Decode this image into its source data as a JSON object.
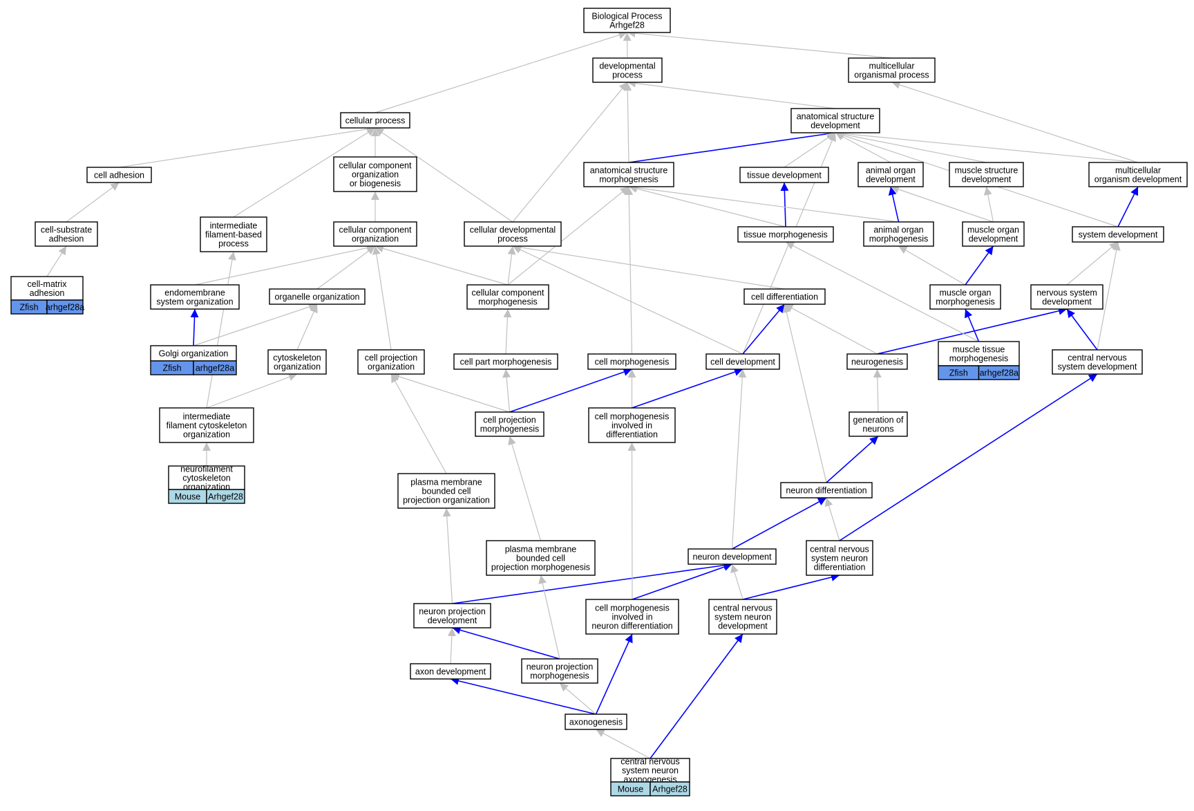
{
  "colors": {
    "edge_gray": "#c0c0c0",
    "edge_blue": "#0000ff",
    "zfish": "#6495ed",
    "mouse": "#add8e6",
    "node_border": "#000000"
  },
  "nodes": [
    {
      "id": "bp",
      "lines": [
        "Biological Process",
        "Arhgef28"
      ]
    },
    {
      "id": "dev",
      "lines": [
        "developmental",
        "process"
      ]
    },
    {
      "id": "mop",
      "lines": [
        "multicellular",
        "organismal process"
      ]
    },
    {
      "id": "cp",
      "lines": [
        "cellular process"
      ]
    },
    {
      "id": "asd",
      "lines": [
        "anatomical structure",
        "development"
      ]
    },
    {
      "id": "ca",
      "lines": [
        "cell adhesion"
      ]
    },
    {
      "id": "ccob",
      "lines": [
        "cellular component",
        "organization",
        "or biogenesis"
      ]
    },
    {
      "id": "asm",
      "lines": [
        "anatomical structure",
        "morphogenesis"
      ]
    },
    {
      "id": "td",
      "lines": [
        "tissue development"
      ]
    },
    {
      "id": "aod",
      "lines": [
        "animal organ",
        "development"
      ]
    },
    {
      "id": "msd",
      "lines": [
        "muscle structure",
        "development"
      ]
    },
    {
      "id": "mod",
      "lines": [
        "multicellular",
        "organism development"
      ]
    },
    {
      "id": "csa",
      "lines": [
        "cell-substrate",
        "adhesion"
      ]
    },
    {
      "id": "ifp",
      "lines": [
        "intermediate",
        "filament-based",
        "process"
      ]
    },
    {
      "id": "cco",
      "lines": [
        "cellular component",
        "organization"
      ]
    },
    {
      "id": "cdp",
      "lines": [
        "cellular developmental",
        "process"
      ]
    },
    {
      "id": "tm",
      "lines": [
        "tissue morphogenesis"
      ]
    },
    {
      "id": "aom",
      "lines": [
        "animal organ",
        "morphogenesis"
      ]
    },
    {
      "id": "muod",
      "lines": [
        "muscle organ",
        "development"
      ]
    },
    {
      "id": "sd",
      "lines": [
        "system development"
      ]
    },
    {
      "id": "cma",
      "lines": [
        "cell-matrix",
        "adhesion"
      ],
      "species": "Zfish",
      "gene": "arhgef28a"
    },
    {
      "id": "eso",
      "lines": [
        "endomembrane",
        "system organization"
      ]
    },
    {
      "id": "oo",
      "lines": [
        "organelle organization"
      ]
    },
    {
      "id": "ccm",
      "lines": [
        "cellular component",
        "morphogenesis"
      ]
    },
    {
      "id": "cdiff",
      "lines": [
        "cell differentiation"
      ]
    },
    {
      "id": "muom",
      "lines": [
        "muscle organ",
        "morphogenesis"
      ]
    },
    {
      "id": "nsd",
      "lines": [
        "nervous system",
        "development"
      ]
    },
    {
      "id": "go",
      "lines": [
        "Golgi organization"
      ],
      "species": "Zfish",
      "gene": "arhgef28a"
    },
    {
      "id": "co",
      "lines": [
        "cytoskeleton",
        "organization"
      ]
    },
    {
      "id": "cpo",
      "lines": [
        "cell projection",
        "organization"
      ]
    },
    {
      "id": "cpm",
      "lines": [
        "cell part morphogenesis"
      ]
    },
    {
      "id": "cm",
      "lines": [
        "cell morphogenesis"
      ]
    },
    {
      "id": "cd",
      "lines": [
        "cell development"
      ]
    },
    {
      "id": "ng",
      "lines": [
        "neurogenesis"
      ]
    },
    {
      "id": "mtm",
      "lines": [
        "muscle tissue",
        "morphogenesis"
      ],
      "species": "Zfish",
      "gene": "arhgef28a"
    },
    {
      "id": "cnsd",
      "lines": [
        "central nervous",
        "system development"
      ]
    },
    {
      "id": "ifco",
      "lines": [
        "intermediate",
        "filament cytoskeleton",
        "organization"
      ]
    },
    {
      "id": "cprm",
      "lines": [
        "cell projection",
        "morphogenesis"
      ]
    },
    {
      "id": "cmid",
      "lines": [
        "cell morphogenesis",
        "involved in",
        "differentiation"
      ]
    },
    {
      "id": "gon",
      "lines": [
        "generation of",
        "neurons"
      ]
    },
    {
      "id": "nco",
      "lines": [
        "neurofilament",
        "cytoskeleton",
        "organization"
      ],
      "species": "Mouse",
      "gene": "Arhgef28"
    },
    {
      "id": "pmbcpo",
      "lines": [
        "plasma membrane",
        "bounded cell",
        "projection organization"
      ]
    },
    {
      "id": "nd",
      "lines": [
        "neuron differentiation"
      ]
    },
    {
      "id": "pmbcpm",
      "lines": [
        "plasma membrane",
        "bounded cell",
        "projection morphogenesis"
      ]
    },
    {
      "id": "ndev",
      "lines": [
        "neuron development"
      ]
    },
    {
      "id": "cnsnd",
      "lines": [
        "central nervous",
        "system neuron",
        "differentiation"
      ]
    },
    {
      "id": "npd",
      "lines": [
        "neuron projection",
        "development"
      ]
    },
    {
      "id": "cmind",
      "lines": [
        "cell morphogenesis",
        "involved in",
        "neuron differentiation"
      ]
    },
    {
      "id": "cnsndev",
      "lines": [
        "central nervous",
        "system neuron",
        "development"
      ]
    },
    {
      "id": "ad",
      "lines": [
        "axon development"
      ]
    },
    {
      "id": "npm",
      "lines": [
        "neuron projection",
        "morphogenesis"
      ]
    },
    {
      "id": "ax",
      "lines": [
        "axonogenesis"
      ]
    },
    {
      "id": "cnsna",
      "lines": [
        "central nervous",
        "system neuron",
        "axonogenesis"
      ],
      "species": "Mouse",
      "gene": "Arhgef28"
    }
  ],
  "edges": [
    {
      "from": "dev",
      "to": "bp",
      "color": "gray"
    },
    {
      "from": "mop",
      "to": "bp",
      "color": "gray"
    },
    {
      "from": "cp",
      "to": "bp",
      "color": "gray"
    },
    {
      "from": "asd",
      "to": "dev",
      "color": "gray"
    },
    {
      "from": "ca",
      "to": "cp",
      "color": "gray"
    },
    {
      "from": "ccob",
      "to": "cp",
      "color": "gray"
    },
    {
      "from": "ifp",
      "to": "cp",
      "color": "gray"
    },
    {
      "from": "cdp",
      "to": "cp",
      "color": "gray"
    },
    {
      "from": "asm",
      "to": "dev",
      "color": "gray"
    },
    {
      "from": "cdp",
      "to": "dev",
      "color": "gray"
    },
    {
      "from": "asm",
      "to": "asd",
      "color": "blue"
    },
    {
      "from": "td",
      "to": "asd",
      "color": "gray"
    },
    {
      "from": "aod",
      "to": "asd",
      "color": "gray"
    },
    {
      "from": "msd",
      "to": "asd",
      "color": "gray"
    },
    {
      "from": "mod",
      "to": "asd",
      "color": "gray"
    },
    {
      "from": "sd",
      "to": "asd",
      "color": "gray"
    },
    {
      "from": "cd",
      "to": "asd",
      "color": "gray"
    },
    {
      "from": "mod",
      "to": "mop",
      "color": "gray"
    },
    {
      "from": "csa",
      "to": "ca",
      "color": "gray"
    },
    {
      "from": "cma",
      "to": "csa",
      "color": "gray"
    },
    {
      "from": "cco",
      "to": "ccob",
      "color": "gray"
    },
    {
      "from": "tm",
      "to": "td",
      "color": "blue"
    },
    {
      "from": "tm",
      "to": "asm",
      "color": "gray"
    },
    {
      "from": "aom",
      "to": "asm",
      "color": "gray"
    },
    {
      "from": "aom",
      "to": "aod",
      "color": "blue"
    },
    {
      "from": "muod",
      "to": "aod",
      "color": "gray"
    },
    {
      "from": "muod",
      "to": "msd",
      "color": "gray"
    },
    {
      "from": "sd",
      "to": "mod",
      "color": "blue"
    },
    {
      "from": "eso",
      "to": "cco",
      "color": "gray"
    },
    {
      "from": "oo",
      "to": "cco",
      "color": "gray"
    },
    {
      "from": "ccm",
      "to": "cco",
      "color": "gray"
    },
    {
      "from": "cpo",
      "to": "cco",
      "color": "gray"
    },
    {
      "from": "ccm",
      "to": "cdp",
      "color": "gray"
    },
    {
      "from": "ccm",
      "to": "asm",
      "color": "gray"
    },
    {
      "from": "cdiff",
      "to": "cdp",
      "color": "gray"
    },
    {
      "from": "cd",
      "to": "cdp",
      "color": "gray"
    },
    {
      "from": "muom",
      "to": "aom",
      "color": "gray"
    },
    {
      "from": "muom",
      "to": "muod",
      "color": "blue"
    },
    {
      "from": "nsd",
      "to": "sd",
      "color": "gray"
    },
    {
      "from": "cnsd",
      "to": "sd",
      "color": "gray"
    },
    {
      "from": "go",
      "to": "eso",
      "color": "blue"
    },
    {
      "from": "go",
      "to": "oo",
      "color": "gray"
    },
    {
      "from": "co",
      "to": "oo",
      "color": "gray"
    },
    {
      "from": "cpm",
      "to": "ccm",
      "color": "gray"
    },
    {
      "from": "cm",
      "to": "asm",
      "color": "gray"
    },
    {
      "from": "cd",
      "to": "cdiff",
      "color": "blue"
    },
    {
      "from": "ng",
      "to": "cdiff",
      "color": "gray"
    },
    {
      "from": "nd",
      "to": "cdiff",
      "color": "gray"
    },
    {
      "from": "ng",
      "to": "nsd",
      "color": "blue"
    },
    {
      "from": "mtm",
      "to": "muom",
      "color": "blue"
    },
    {
      "from": "mtm",
      "to": "tm",
      "color": "gray"
    },
    {
      "from": "cnsd",
      "to": "nsd",
      "color": "blue"
    },
    {
      "from": "ifco",
      "to": "co",
      "color": "gray"
    },
    {
      "from": "ifco",
      "to": "ifp",
      "color": "gray"
    },
    {
      "from": "cprm",
      "to": "cpo",
      "color": "gray"
    },
    {
      "from": "cprm",
      "to": "cpm",
      "color": "gray"
    },
    {
      "from": "cprm",
      "to": "cm",
      "color": "blue"
    },
    {
      "from": "cmid",
      "to": "cm",
      "color": "gray"
    },
    {
      "from": "cmid",
      "to": "cd",
      "color": "blue"
    },
    {
      "from": "gon",
      "to": "ng",
      "color": "gray"
    },
    {
      "from": "nco",
      "to": "ifco",
      "color": "gray"
    },
    {
      "from": "pmbcpo",
      "to": "cpo",
      "color": "gray"
    },
    {
      "from": "nd",
      "to": "gon",
      "color": "blue"
    },
    {
      "from": "pmbcpm",
      "to": "cprm",
      "color": "gray"
    },
    {
      "from": "ndev",
      "to": "nd",
      "color": "blue"
    },
    {
      "from": "ndev",
      "to": "cd",
      "color": "gray"
    },
    {
      "from": "cnsnd",
      "to": "nd",
      "color": "gray"
    },
    {
      "from": "cnsnd",
      "to": "cnsd",
      "color": "blue"
    },
    {
      "from": "npd",
      "to": "pmbcpo",
      "color": "gray"
    },
    {
      "from": "npd",
      "to": "ndev",
      "color": "blue"
    },
    {
      "from": "cmind",
      "to": "cmid",
      "color": "gray"
    },
    {
      "from": "cmind",
      "to": "ndev",
      "color": "blue"
    },
    {
      "from": "cnsndev",
      "to": "ndev",
      "color": "gray"
    },
    {
      "from": "cnsndev",
      "to": "cnsnd",
      "color": "blue"
    },
    {
      "from": "ad",
      "to": "npd",
      "color": "gray"
    },
    {
      "from": "npm",
      "to": "npd",
      "color": "blue"
    },
    {
      "from": "npm",
      "to": "pmbcpm",
      "color": "gray"
    },
    {
      "from": "ax",
      "to": "ad",
      "color": "blue"
    },
    {
      "from": "ax",
      "to": "npm",
      "color": "gray"
    },
    {
      "from": "ax",
      "to": "cmind",
      "color": "blue"
    },
    {
      "from": "cnsna",
      "to": "ax",
      "color": "gray"
    },
    {
      "from": "cnsna",
      "to": "cnsndev",
      "color": "blue"
    }
  ]
}
